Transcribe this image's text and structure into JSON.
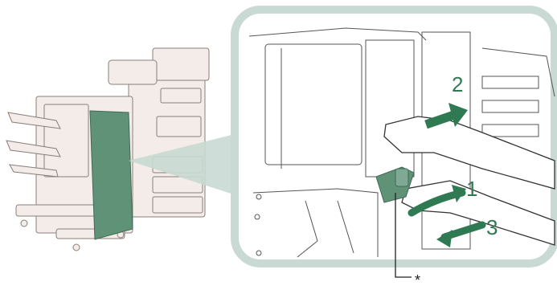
{
  "colors": {
    "accent_green": "#5f9277",
    "arrow_green": "#2f7a52",
    "callout_frame": "#c9d9d3",
    "line": "#555555",
    "paper": "#ffffff",
    "machine_fill": "#f4ece8",
    "machine_edge": "#8a7f7a"
  },
  "callouts": {
    "steps": [
      {
        "label": "1"
      },
      {
        "label": "2"
      },
      {
        "label": "3"
      }
    ],
    "footnote_marker": "*"
  },
  "icons": {
    "arrow_pull": "curved-arrow-icon",
    "arrow_out": "arrow-right-icon",
    "arrow_swing": "curved-arrow-down-icon"
  }
}
